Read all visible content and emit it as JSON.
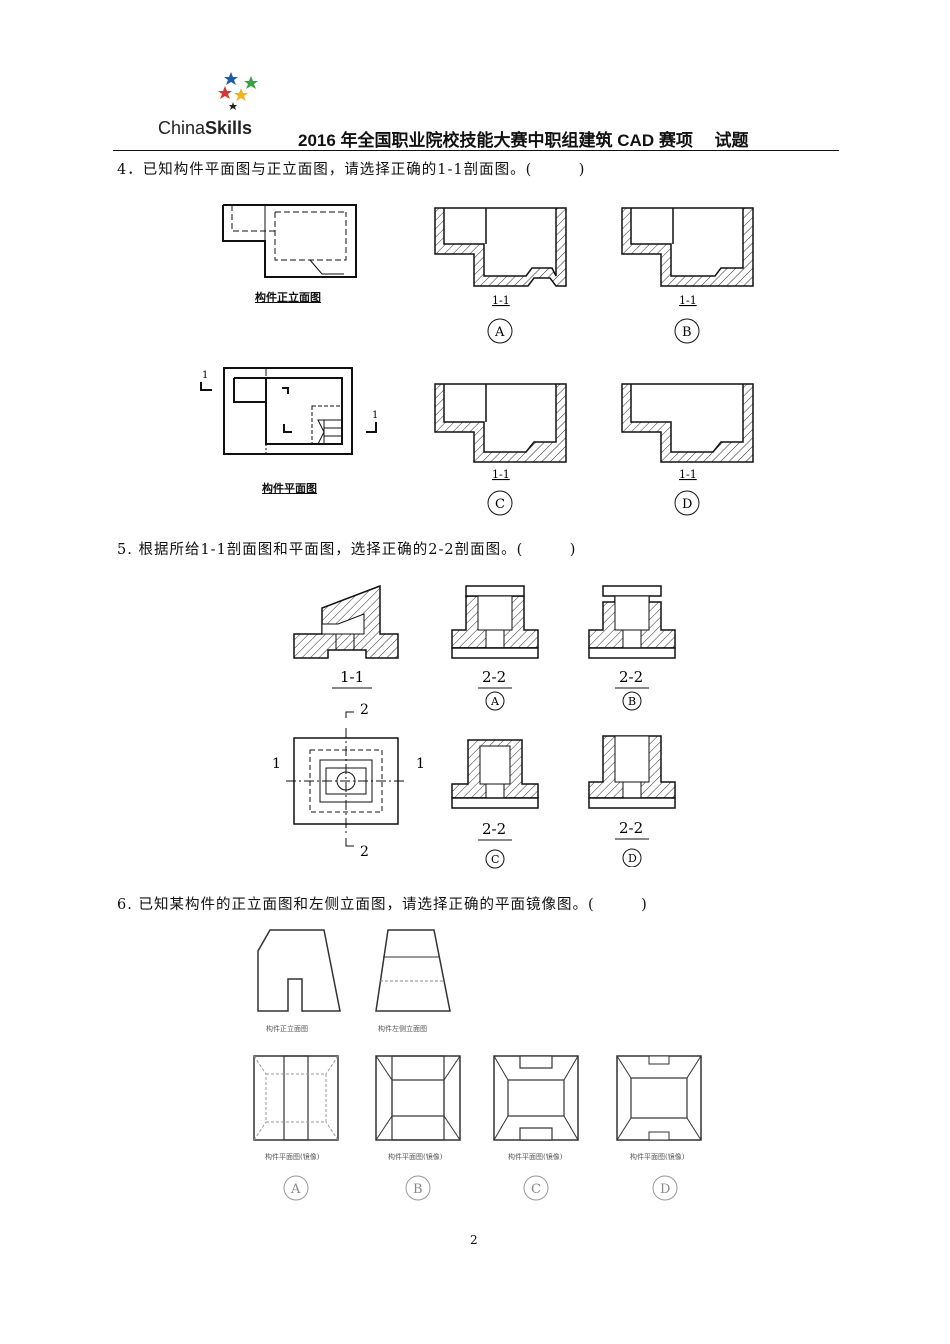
{
  "header": {
    "logo_prefix": "China",
    "logo_suffix": "Skills",
    "title": "2016 年全国职业院校技能大赛中职组建筑 CAD 赛项　 试题"
  },
  "q4": {
    "text": "4．已知构件平面图与正立面图，请选择正确的1-1剖面图。(　　　)",
    "caption_front": "构件正立面图",
    "caption_plan": "构件平面图",
    "section_mark": "1",
    "section_label": "1-1",
    "options": [
      "A",
      "B",
      "C",
      "D"
    ]
  },
  "q5": {
    "text": "5.  根据所给1-1剖面图和平面图，选择正确的2-2剖面图。(　　　)",
    "given_label": "1-1",
    "section_label": "2-2",
    "mark_1": "1",
    "mark_2": "2",
    "options": [
      "A",
      "B",
      "C",
      "D"
    ]
  },
  "q6": {
    "text": "6.  已知某构件的正立面图和左侧立面图，请选择正确的平面镜像图。(　　　)",
    "caption_front": "构件正立面图",
    "caption_side": "构件左侧立面图",
    "caption_plan": "构件平面图(镜像)",
    "options": [
      "A",
      "B",
      "C",
      "D"
    ]
  },
  "page_number": "2",
  "colors": {
    "star_blue": "#1f5aa8",
    "star_green": "#3aa046",
    "star_red": "#d33a2c",
    "star_yellow": "#f0b323",
    "star_black": "#222222"
  }
}
